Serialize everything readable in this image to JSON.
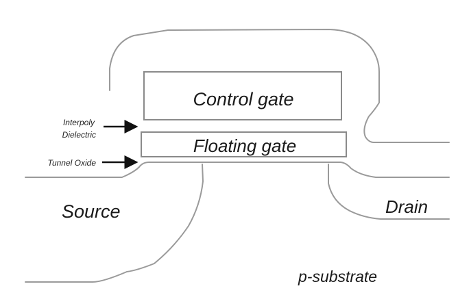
{
  "labels": {
    "control_gate": "Control gate",
    "floating_gate": "Floating gate",
    "interpoly_line1": "Interpoly",
    "interpoly_line2": "Dielectric",
    "tunnel_oxide": "Tunnel Oxide",
    "source": "Source",
    "drain": "Drain",
    "substrate": "p-substrate"
  }
}
